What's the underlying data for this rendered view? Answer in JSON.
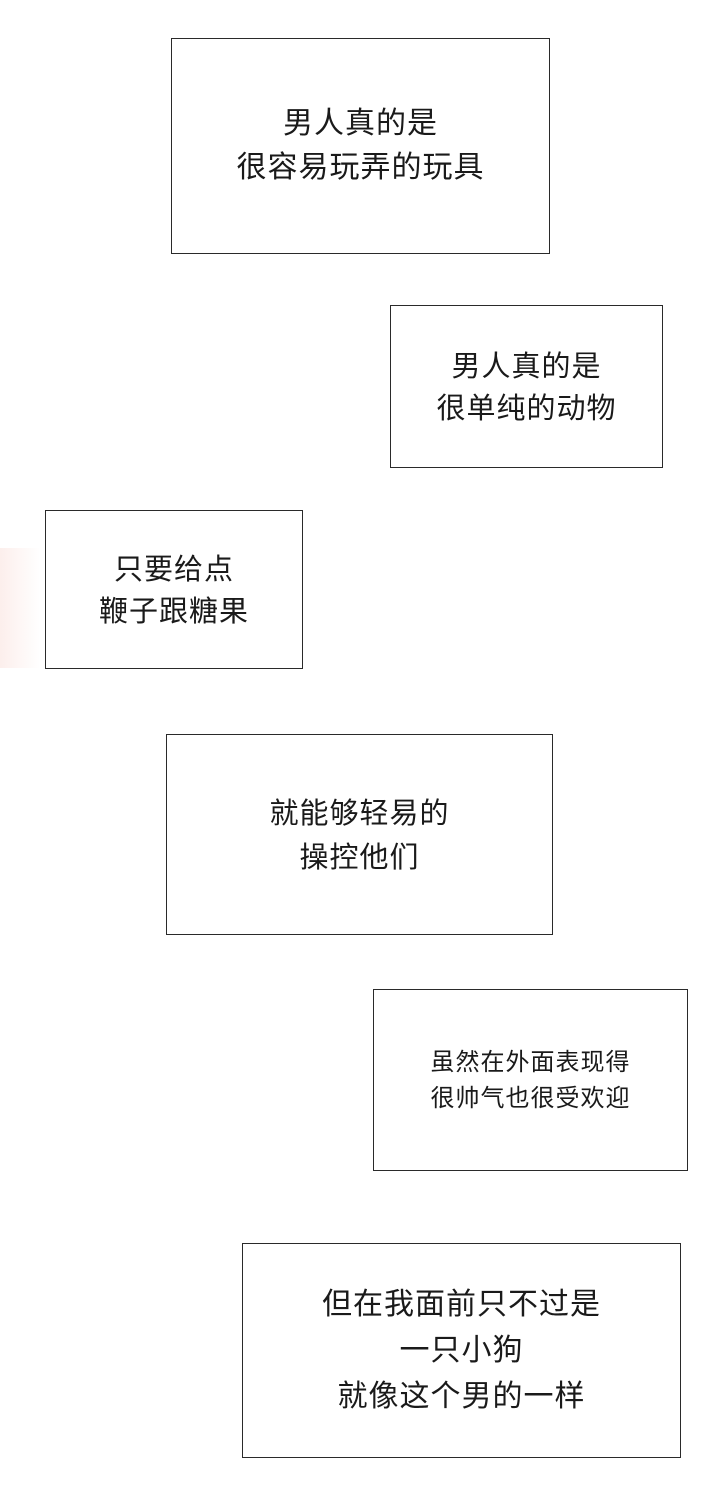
{
  "captions": [
    {
      "lines": [
        "男人真的是",
        "很容易玩弄的玩具"
      ]
    },
    {
      "lines": [
        "男人真的是",
        "很单纯的动物"
      ]
    },
    {
      "lines": [
        "只要给点",
        "鞭子跟糖果"
      ]
    },
    {
      "lines": [
        "就能够轻易的",
        "操控他们"
      ]
    },
    {
      "lines": [
        "虽然在外面表现得",
        "很帅气也很受欢迎"
      ]
    },
    {
      "lines": [
        "但在我面前只不过是",
        "一只小狗",
        "就像这个男的一样"
      ]
    }
  ]
}
